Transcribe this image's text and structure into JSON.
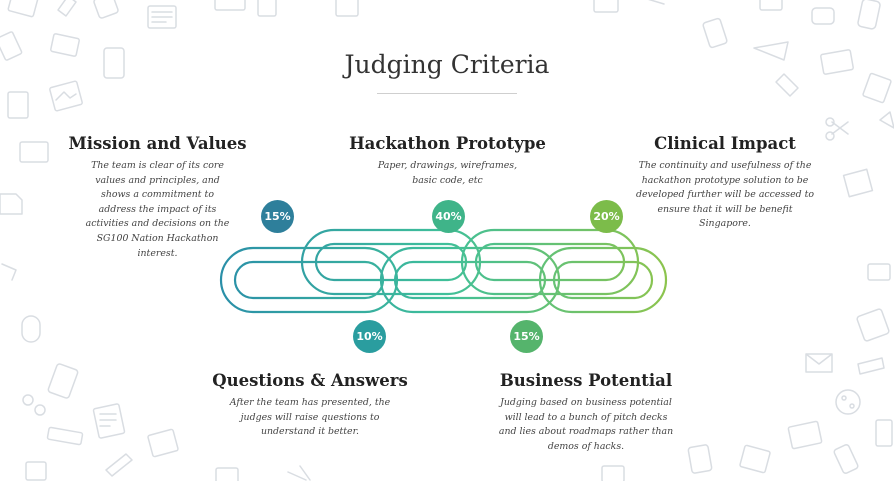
{
  "title": "Judging Criteria",
  "criteria": [
    {
      "heading": "Mission and Values",
      "description": "The team is clear of its core values and principles, and shows a commitment to address the impact of its activities and decisions on the SG100 Nation Hackathon interest.",
      "weight": "15%",
      "color": "#2e7f9b"
    },
    {
      "heading": "Hackathon Prototype",
      "description": "Paper, drawings, wireframes, basic code, etc",
      "weight": "40%",
      "color": "#3fb489"
    },
    {
      "heading": "Clinical Impact",
      "description": "The continuity  and usefulness of the hackathon prototype solution to be developed further will be accessed to ensure that it will be benefit Singapore.",
      "weight": "20%",
      "color": "#7cbc4a"
    },
    {
      "heading": "Questions & Answers",
      "description": "After the team has presented, the judges will raise questions to understand it better.",
      "weight": "10%",
      "color": "#2a9d9f"
    },
    {
      "heading": "Business Potential",
      "description": "Judging based on business potential will lead to a bunch of pitch decks and lies about roadmaps rather than demos of hacks.",
      "weight": "15%",
      "color": "#55b46c"
    }
  ]
}
